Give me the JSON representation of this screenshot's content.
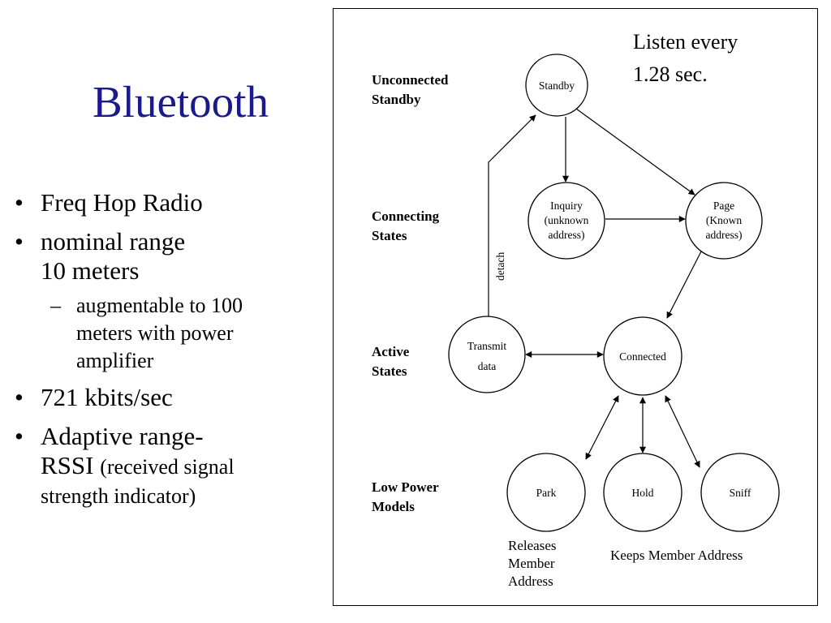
{
  "slide": {
    "title": "Bluetooth",
    "bullets": {
      "freq": "Freq Hop Radio",
      "range_l1": "nominal range",
      "range_l2": "10 meters",
      "augment_l1": "augmentable to 100",
      "augment_l2": "meters with power",
      "augment_l3": "amplifier",
      "rate": "721 kbits/sec",
      "adaptive_l1": "Adaptive range-",
      "adaptive_l2_main": "RSSI",
      "adaptive_l2_small": "(received signal",
      "adaptive_l3": "strength indicator)"
    }
  },
  "diagram": {
    "categories": {
      "unconnected_l1": "Unconnected",
      "unconnected_l2": "Standby",
      "connecting_l1": "Connecting",
      "connecting_l2": "States",
      "active_l1": "Active",
      "active_l2": "States",
      "lowpower_l1": "Low Power",
      "lowpower_l2": "Models"
    },
    "nodes": {
      "standby": "Standby",
      "inquiry_l1": "Inquiry",
      "inquiry_l2": "(unknown",
      "inquiry_l3": "address)",
      "page_l1": "Page",
      "page_l2": "(Known",
      "page_l3": "address)",
      "transmit_l1": "Transmit",
      "transmit_l2": "data",
      "connected": "Connected",
      "park": "Park",
      "hold": "Hold",
      "sniff": "Sniff"
    },
    "edge_labels": {
      "detach": "detach"
    },
    "notes": {
      "listen_l1": "Listen every",
      "listen_l2": "1.28 sec.",
      "releases_l1": "Releases",
      "releases_l2": "Member",
      "releases_l3": "Address",
      "keeps": "Keeps Member Address"
    }
  }
}
